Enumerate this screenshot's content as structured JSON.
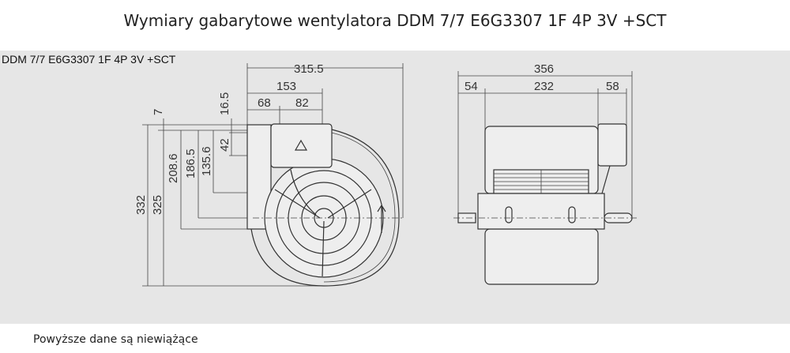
{
  "title": "Wymiary gabarytowe wentylatora DDM 7/7 E6G3307 1F 4P 3V +SCT",
  "drawing": {
    "model_label": "DDM 7/7 E6G3307 1F 4P 3V +SCT",
    "front_view": {
      "overall_width": "315.5",
      "box_offset": "153",
      "seg_a": "68",
      "seg_b": "82",
      "top_offset": "16.5",
      "box_height": "42",
      "offset_7": "7",
      "h_332": "332",
      "h_325": "325",
      "h_208": "208.6",
      "h_186": "186.5",
      "h_135": "135.6"
    },
    "side_view": {
      "overall_length": "356",
      "left_shaft": "54",
      "body": "232",
      "right_box": "58"
    }
  },
  "footer_note": "Powyższe dane są niewiążące"
}
